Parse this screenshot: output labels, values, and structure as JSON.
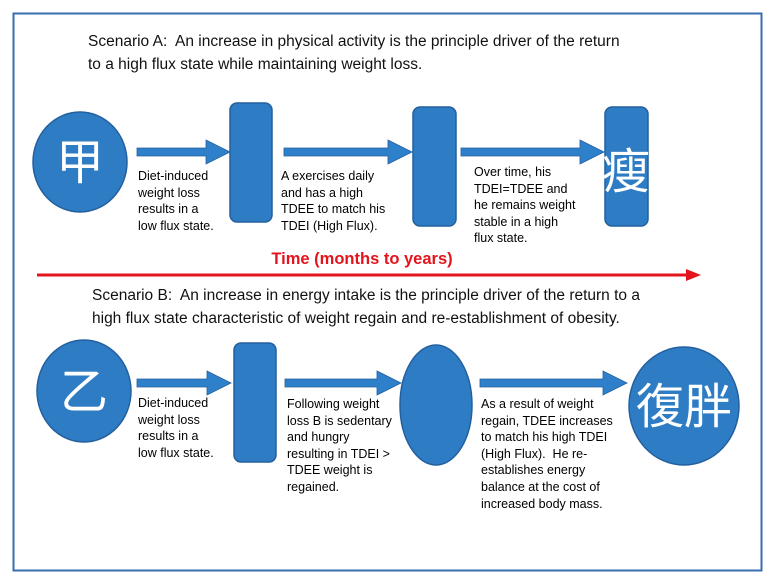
{
  "scenario_a": {
    "lines": [
      "Scenario A:  An increase in physical activity is the principle driver of the return",
      "to a high flux state while maintaining weight loss."
    ]
  },
  "scenario_b": {
    "lines": [
      "Scenario B:  An increase in energy intake is the principle driver of the return to a",
      "high flux state characteristic of weight regain and re-establishment of obesity."
    ]
  },
  "timeline": {
    "label": "Time (months to years)"
  },
  "row_a": {
    "start_glyph": "甲",
    "end_glyph": "瘦",
    "steps": [
      {
        "lines": [
          "Diet-induced",
          "weight loss",
          "results in a",
          "low flux state."
        ]
      },
      {
        "lines": [
          "A exercises daily",
          "and has a high",
          "TDEE to match his",
          "TDEI (High Flux)."
        ]
      },
      {
        "lines": [
          "Over time, his",
          "TDEI=TDEE and",
          "he remains weight",
          "stable in a high",
          "flux state."
        ]
      }
    ]
  },
  "row_b": {
    "start_glyph": "乙",
    "end_glyph": "復胖",
    "steps": [
      {
        "lines": [
          "Diet-induced",
          "weight loss",
          "results in a",
          "low flux state."
        ]
      },
      {
        "lines": [
          "Following weight",
          "loss B is sedentary",
          "and hungry",
          "resulting in TDEI >",
          "TDEE weight is",
          "regained."
        ]
      },
      {
        "lines": [
          "As a result of weight",
          "regain, TDEE increases",
          "to match his high TDEI",
          "(High Flux).  He re-",
          "establishes energy",
          "balance at the cost of",
          "increased body mass."
        ]
      }
    ]
  },
  "colors": {
    "shape_fill": "#2e7cc4",
    "shape_outline": "#24609e",
    "arrow_fill": "#2f80cb",
    "timeline": "#e3141c",
    "frame": "#3a6db0",
    "glyph": "#ffffff"
  }
}
